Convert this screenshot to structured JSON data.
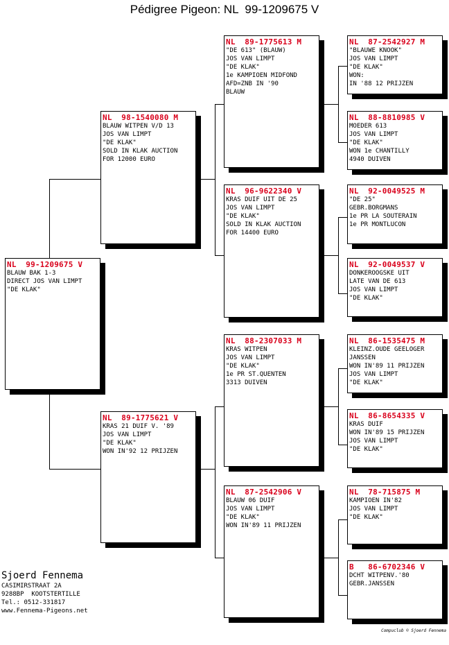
{
  "title": "Pédigree Pigeon: NL  99-1209675 V",
  "subject": {
    "ring": "NL  99-1209675 V",
    "lines": [
      "BLAUW BAK 1-3",
      "DIRECT JOS VAN LIMPT",
      "\"DE KLAK\""
    ]
  },
  "parents": [
    {
      "ring": "NL  98-1540080 M",
      "lines": [
        "BLAUW WITPEN V/D 13",
        "JOS VAN LIMPT",
        "\"DE KLAK\"",
        "SOLD IN KLAK AUCTION",
        "FOR 12000 EURO"
      ]
    },
    {
      "ring": "NL  89-1775621 V",
      "lines": [
        "KRAS 21 DUIF V. '89",
        "JOS VAN LIMPT",
        "\"DE KLAK\"",
        "WON IN'92 12 PRIJZEN"
      ]
    }
  ],
  "grandparents": [
    {
      "ring": "NL  89-1775613 M",
      "lines": [
        "\"DE 613\" (BLAUW)",
        "JOS VAN LIMPT",
        "\"DE KLAK\"",
        "1e KAMPIOEN MIDFOND",
        "AFD=ZNB IN '90",
        "BLAUW"
      ]
    },
    {
      "ring": "NL  96-9622340 V",
      "lines": [
        "KRAS DUIF UIT DE 25",
        "JOS VAN LIMPT",
        "\"DE KLAK\"",
        "SOLD IN KLAK AUCTION",
        "FOR 14400 EURO"
      ]
    },
    {
      "ring": "NL  88-2307033 M",
      "lines": [
        "KRAS WITPEN",
        "JOS VAN LIMPT",
        "\"DE KLAK\"",
        "1e PR ST.QUENTEN",
        "3313 DUIVEN"
      ]
    },
    {
      "ring": "NL  87-2542906 V",
      "lines": [
        "BLAUW 06 DUIF",
        "JOS VAN LIMPT",
        "\"DE KLAK\"",
        "WON IN'89 11 PRIJZEN"
      ]
    }
  ],
  "great_grandparents": [
    {
      "ring": "NL  87-2542927 M",
      "lines": [
        "\"BLAUWE KNOOK\"",
        "JOS VAN LIMPT",
        "\"DE KLAK\"",
        "WON:",
        "IN '88 12 PRIJZEN"
      ]
    },
    {
      "ring": "NL  88-8810985 V",
      "lines": [
        "MOEDER 613",
        "JOS VAN LIMPT",
        "\"DE KLAK\"",
        "WON 1e CHANTILLY",
        "4940 DUIVEN"
      ]
    },
    {
      "ring": "NL  92-0049525 M",
      "lines": [
        "\"DE 25\"",
        "GEBR.BORGMANS",
        "",
        "1e PR LA SOUTERAIN",
        "1e PR MONTLUCON"
      ]
    },
    {
      "ring": "NL  92-0049537 V",
      "lines": [
        "DONKEROOGSKE UIT",
        "LATE VAN DE 613",
        "JOS VAN LIMPT",
        "\"DE KLAK\""
      ]
    },
    {
      "ring": "NL  86-1535475 M",
      "lines": [
        "KLEINZ.OUDE GEELOGER",
        "JANSSEN",
        "WON IN'89 11 PRIJZEN",
        "JOS VAN LIMPT",
        "\"DE KLAK\""
      ]
    },
    {
      "ring": "NL  86-8654335 V",
      "lines": [
        "KRAS DUIF",
        "WON IN'89 15 PRIJZEN",
        "",
        "JOS VAN LIMPT",
        "\"DE KLAK\""
      ]
    },
    {
      "ring": "NL  78-715875 M",
      "lines": [
        "KAMPIOEN IN'82",
        "JOS VAN LIMPT",
        "\"DE KLAK\""
      ]
    },
    {
      "ring": "B   86-6702346 V",
      "lines": [
        "DCHT WITPENV.'80",
        "GEBR.JANSSEN"
      ]
    }
  ],
  "owner": {
    "name": "Sjoerd Fennema",
    "lines": [
      "CASIMIRSTRAAT 2A",
      "9288BP  KOOTSTERTILLE",
      "Tel.: 0512-331817",
      "www.Fennema-Pigeons.net"
    ]
  },
  "credit": "Compuclub © Sjoerd Fennema"
}
